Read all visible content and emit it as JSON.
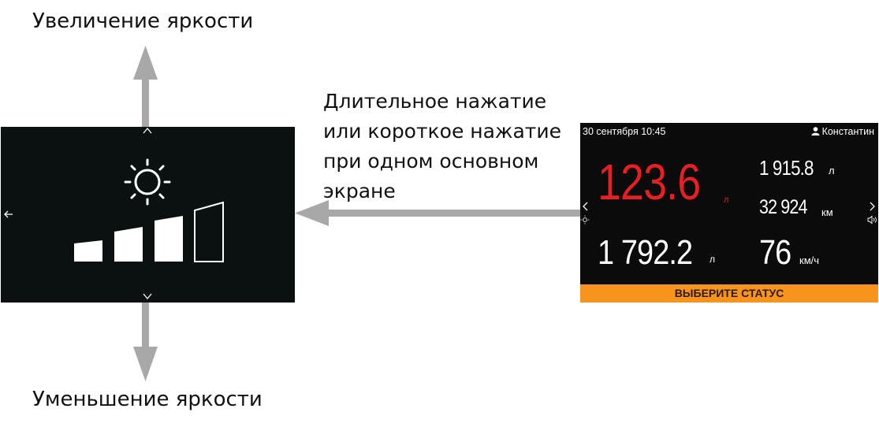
{
  "captions": {
    "increase": "Увеличение яркости",
    "decrease": "Уменьшение яркости",
    "action_lines": [
      "Длительное нажатие",
      "или короткое нажатие",
      "при одном основном",
      "экране"
    ]
  },
  "brightness_screen": {
    "level": 3,
    "max_level": 4,
    "icons": [
      "chevron-up-icon",
      "chevron-down-icon",
      "arrow-left-icon",
      "sun-icon"
    ]
  },
  "main_screen": {
    "date": "30 сентября 10:45",
    "user": "Константин",
    "fuel_value": "123.6",
    "fuel_unit": "л",
    "tank_value": "1 915.8",
    "tank_unit": "л",
    "odometer_value": "32 924",
    "odometer_unit": "км",
    "total_value": "1 792.2",
    "total_unit": "л",
    "speed_value": "76",
    "speed_unit": "км/ч",
    "status_label": "ВЫБЕРИТЕ СТАТУС",
    "colors": {
      "fuel": "#e51f24",
      "status_bar": "#f7941d"
    }
  },
  "colors": {
    "arrow": "#a8a8a8",
    "screen_bg": "#0b1110"
  }
}
